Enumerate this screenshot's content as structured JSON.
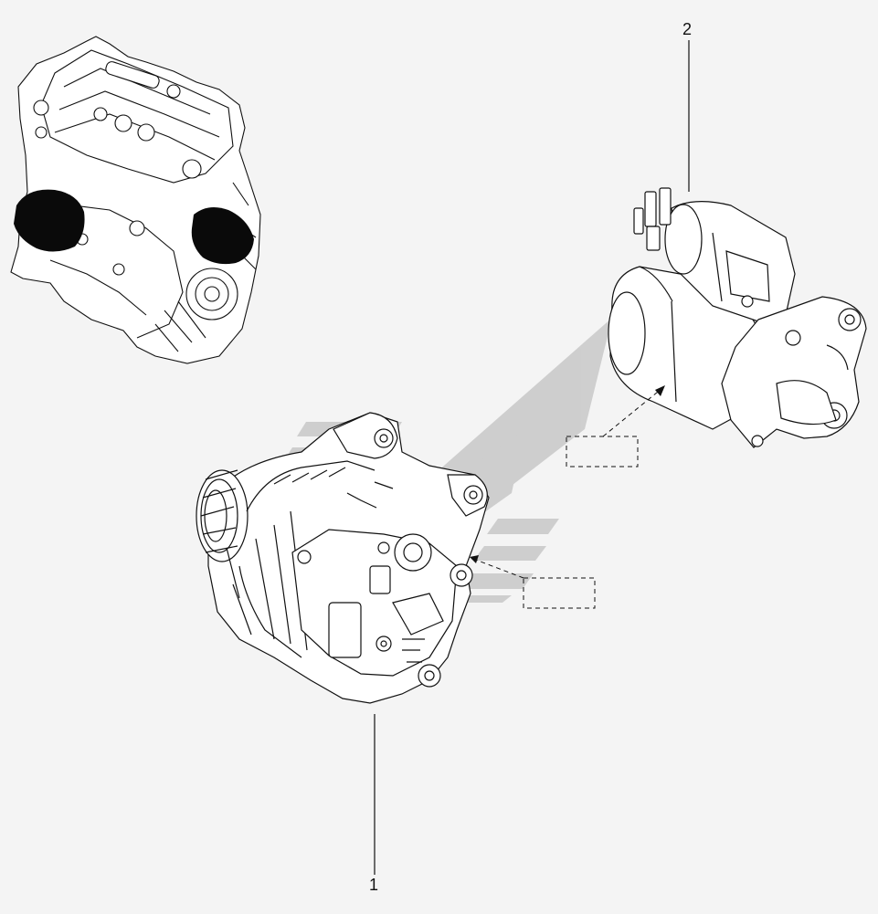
{
  "diagram": {
    "callouts": [
      {
        "id": "1",
        "label": "1"
      },
      {
        "id": "2",
        "label": "2"
      }
    ],
    "colors": {
      "background": "#f4f4f4",
      "line": "#111111",
      "watermark": "#c8c8c8",
      "fill_dark": "#0a0a0a",
      "part_fill": "#ffffff"
    },
    "parts": [
      {
        "name": "engine-overview",
        "icon": "engine-block-icon"
      },
      {
        "name": "alternator",
        "icon": "alternator-icon"
      },
      {
        "name": "starter-motor",
        "icon": "starter-motor-icon"
      }
    ]
  }
}
